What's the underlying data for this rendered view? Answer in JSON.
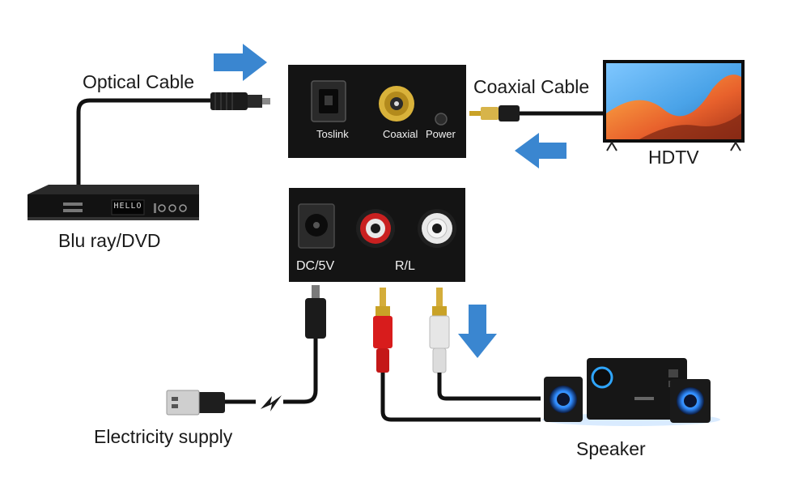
{
  "labels": {
    "optical_cable": "Optical Cable",
    "coaxial_cable": "Coaxial Cable",
    "hdtv": "HDTV",
    "player": "Blu ray/DVD",
    "electricity": "Electricity supply",
    "speaker": "Speaker"
  },
  "converter_front": {
    "toslink": "Toslink",
    "coaxial": "Coaxial",
    "power": "Power"
  },
  "converter_back": {
    "dc": "DC/5V",
    "rl": "R/L"
  },
  "player_display": "HELLO",
  "colors": {
    "arrow": "#3a86d0",
    "box": "#141414",
    "cable": "#111111",
    "rca_red": "#d81c1c",
    "rca_white": "#e6e6e6",
    "gold": "#c9a227",
    "speaker_glow": "#2f8bff"
  }
}
